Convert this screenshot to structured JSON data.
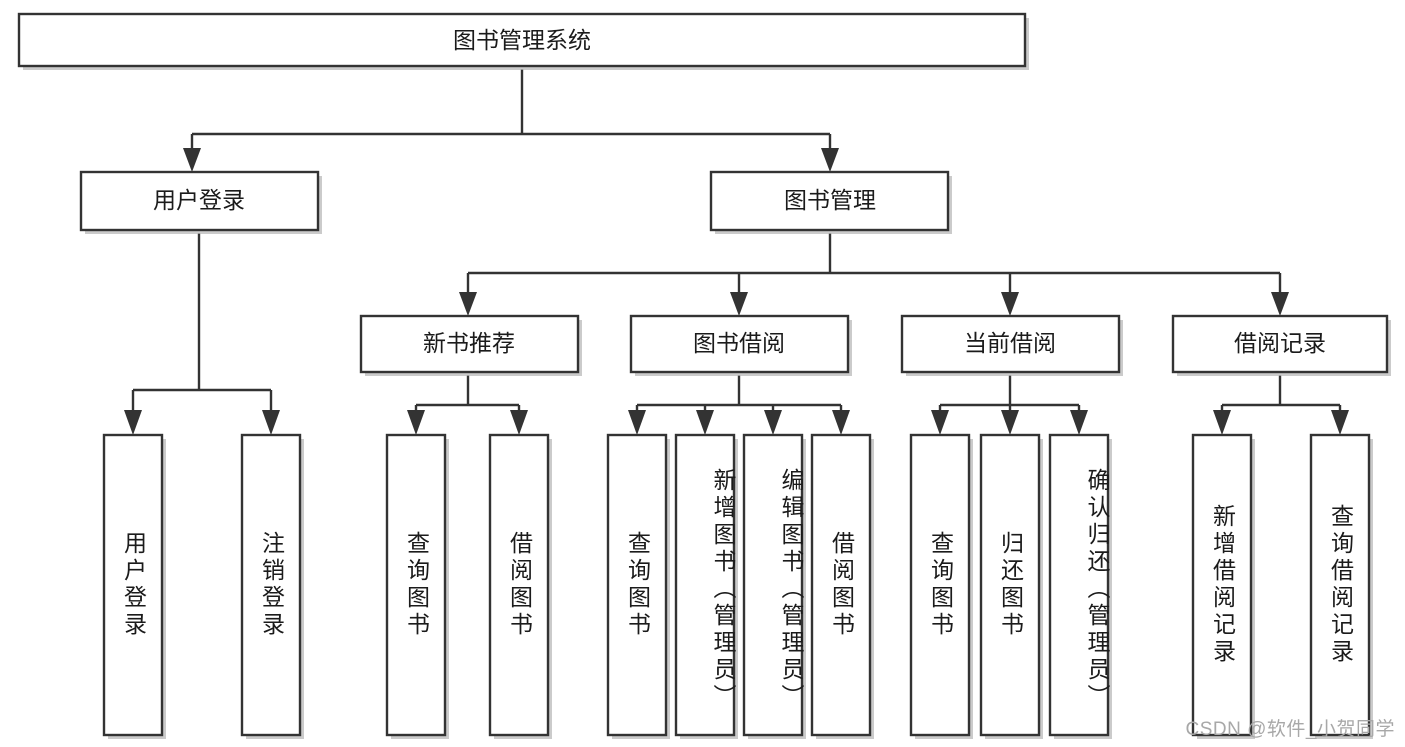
{
  "diagram": {
    "title_node": {
      "label": "图书管理系统"
    },
    "level2": [
      {
        "id": "user-login",
        "label": "用户登录"
      },
      {
        "id": "book-management",
        "label": "图书管理"
      }
    ],
    "level3": [
      {
        "id": "new-book-recommend",
        "label": "新书推荐"
      },
      {
        "id": "book-borrow",
        "label": "图书借阅"
      },
      {
        "id": "current-borrow",
        "label": "当前借阅"
      },
      {
        "id": "borrow-record",
        "label": "借阅记录"
      }
    ],
    "leaves": {
      "user_login": [
        {
          "id": "leaf-user-login",
          "label": "用户登录"
        },
        {
          "id": "leaf-logout-login",
          "label": "注销登录"
        }
      ],
      "new_book_recommend": [
        {
          "id": "leaf-query-book-1",
          "label": "查询图书"
        },
        {
          "id": "leaf-borrow-book-1",
          "label": "借阅图书"
        }
      ],
      "book_borrow": [
        {
          "id": "leaf-query-book-2",
          "label": "查询图书"
        },
        {
          "id": "leaf-add-book-admin",
          "label": "新增图书（管理员）"
        },
        {
          "id": "leaf-edit-book-admin",
          "label": "编辑图书（管理员）"
        },
        {
          "id": "leaf-borrow-book-2",
          "label": "借阅图书"
        }
      ],
      "current_borrow": [
        {
          "id": "leaf-query-book-3",
          "label": "查询图书"
        },
        {
          "id": "leaf-return-book",
          "label": "归还图书"
        },
        {
          "id": "leaf-confirm-return-admin",
          "label": "确认归还（管理员）"
        }
      ],
      "borrow_record": [
        {
          "id": "leaf-add-borrow-record",
          "label": "新增借阅记录"
        },
        {
          "id": "leaf-query-borrow-record",
          "label": "查询借阅记录"
        }
      ]
    },
    "watermark": "CSDN @软件_小贺同学",
    "colors": {
      "stroke": "#333333",
      "fill": "#ffffff",
      "text": "#1b1b1b",
      "watermark": "#a8a8a8",
      "shadow": "#b9b9b9"
    }
  }
}
